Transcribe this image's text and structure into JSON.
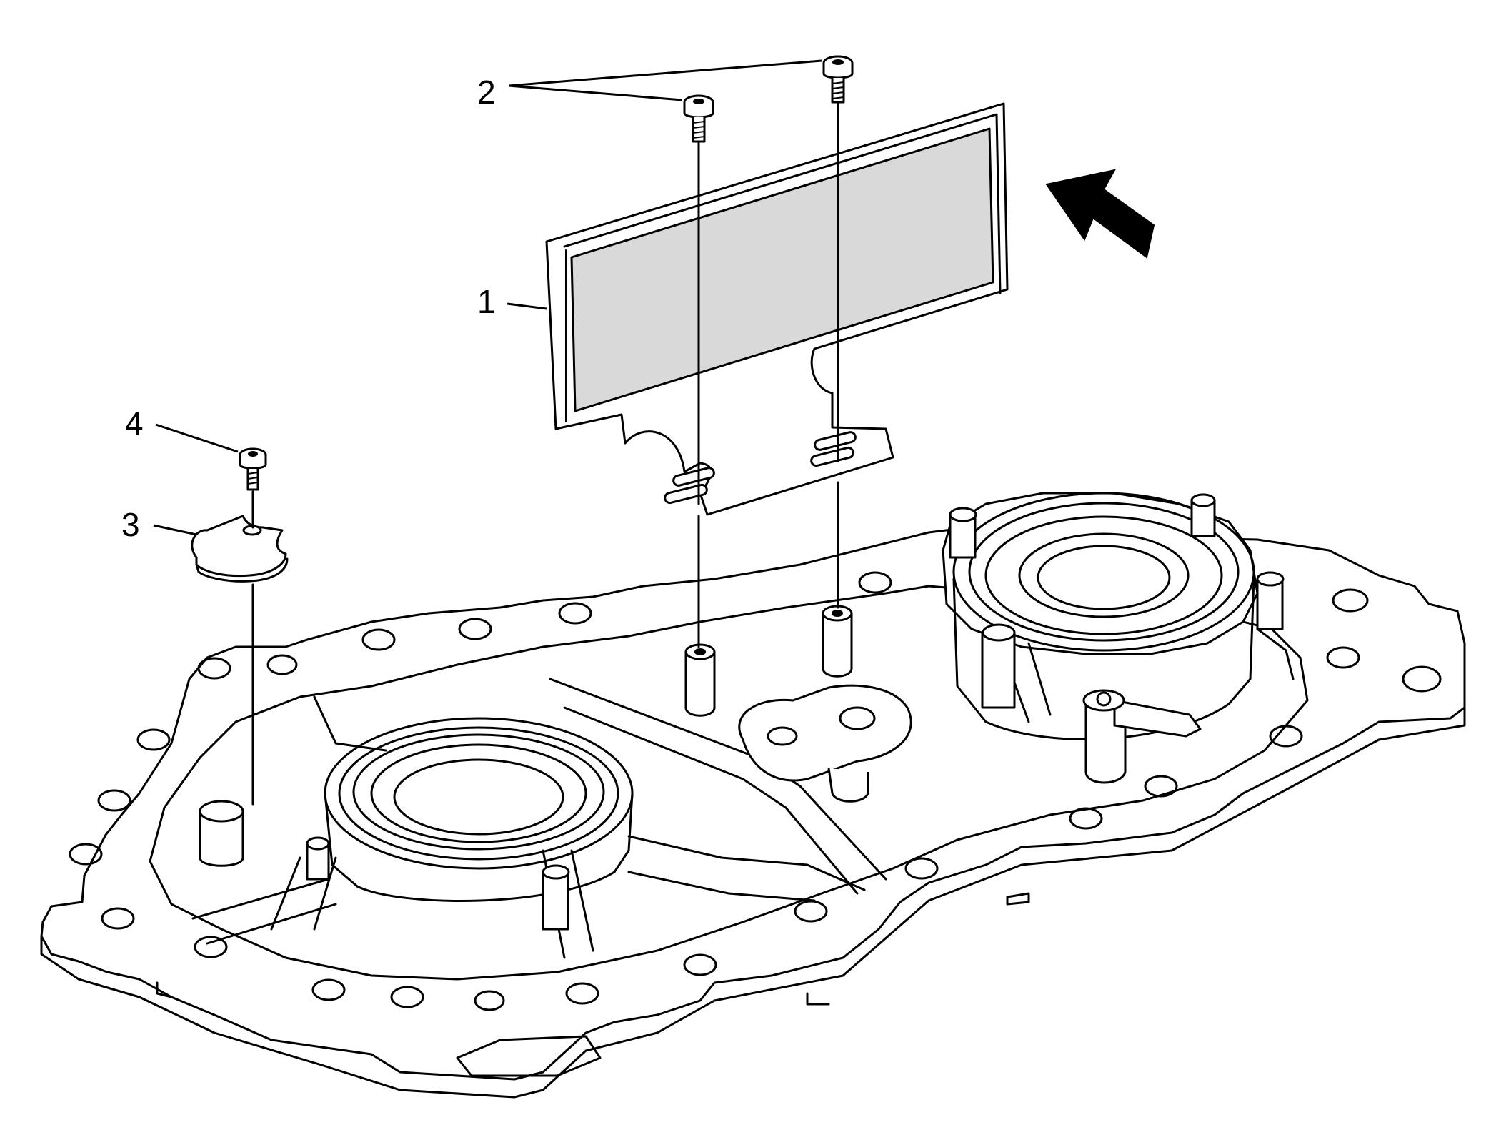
{
  "callouts": [
    {
      "id": "1",
      "text": "1"
    },
    {
      "id": "2",
      "text": "2"
    },
    {
      "id": "3",
      "text": "3"
    },
    {
      "id": "4",
      "text": "4"
    }
  ],
  "colors": {
    "line": "#000000",
    "background": "#ffffff",
    "part_fill": "#d9d9d9"
  }
}
